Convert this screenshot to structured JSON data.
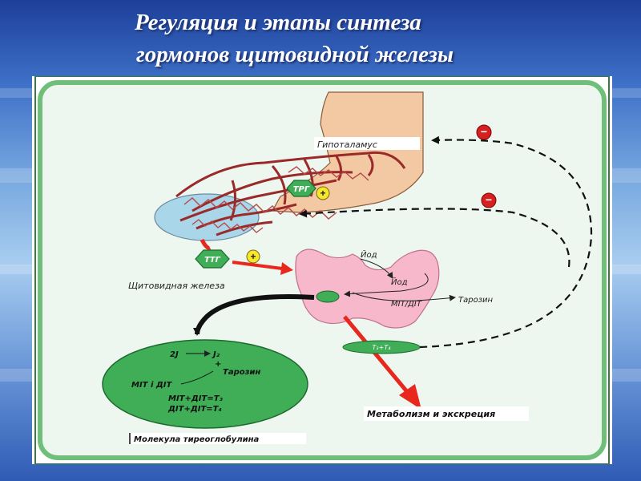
{
  "title": {
    "line1": "Регуляция и этапы синтеза",
    "line2": "гормонов щитовидной железы"
  },
  "labels": {
    "hypothalamus": "Гипоталамус",
    "trg": "ТРГ",
    "ttg": "ТТГ",
    "thyroid": "Щитовидная железа",
    "iodine_in": "Йод",
    "iodine": "Йод",
    "mit_dit": "МIТ/ДIТ",
    "tyrosine": "Тарозин",
    "t3t4": "Т₃+Т₄",
    "metabolism": "Метаболизм и экскреция",
    "thyroglobulin": "Молекула тиреоглобулина"
  },
  "signs": {
    "plus": "+",
    "minus": "−"
  },
  "ellipse_text": {
    "line1_left": "2J",
    "line1_right": "J₂",
    "plus": "+",
    "tyrosine": "Тарозин",
    "mit_dit": "МIТ і ДIТ",
    "eq1": "МIТ+ДIТ=Т₃",
    "eq2": "ДIТ+ДIТ=Т₄"
  },
  "colors": {
    "panel_border": "#6fbf7a",
    "panel_fill": "#edf7ef",
    "green_blob": "#3fae57",
    "thyroid_pink": "#f7b8cc",
    "hypothalamus_skin": "#f2c9a3",
    "pituitary_blue": "#a9d6e8",
    "vessels": "#9a2a2a",
    "red_arrow": "#e8281c",
    "minus_red": "#d62020",
    "plus_yellow": "#f6e72b"
  }
}
